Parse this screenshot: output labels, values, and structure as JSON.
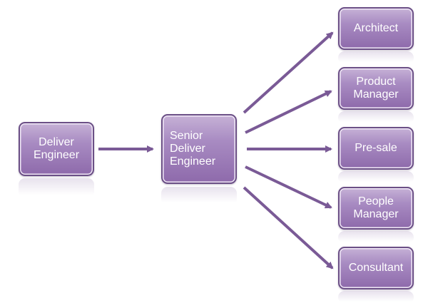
{
  "diagram": {
    "nodes": {
      "deliver_engineer": "Deliver\nEngineer",
      "senior_deliver_engineer": "Senior\nDeliver\nEngineer",
      "architect": "Architect",
      "product_manager": "Product\nManager",
      "pre_sale": "Pre-sale",
      "people_manager": "People\nManager",
      "consultant": "Consultant"
    },
    "colors": {
      "node_fill": "#a88bc2",
      "node_border": "#6b4f86",
      "arrow": "#7a5a96",
      "text": "#ffffff"
    }
  }
}
